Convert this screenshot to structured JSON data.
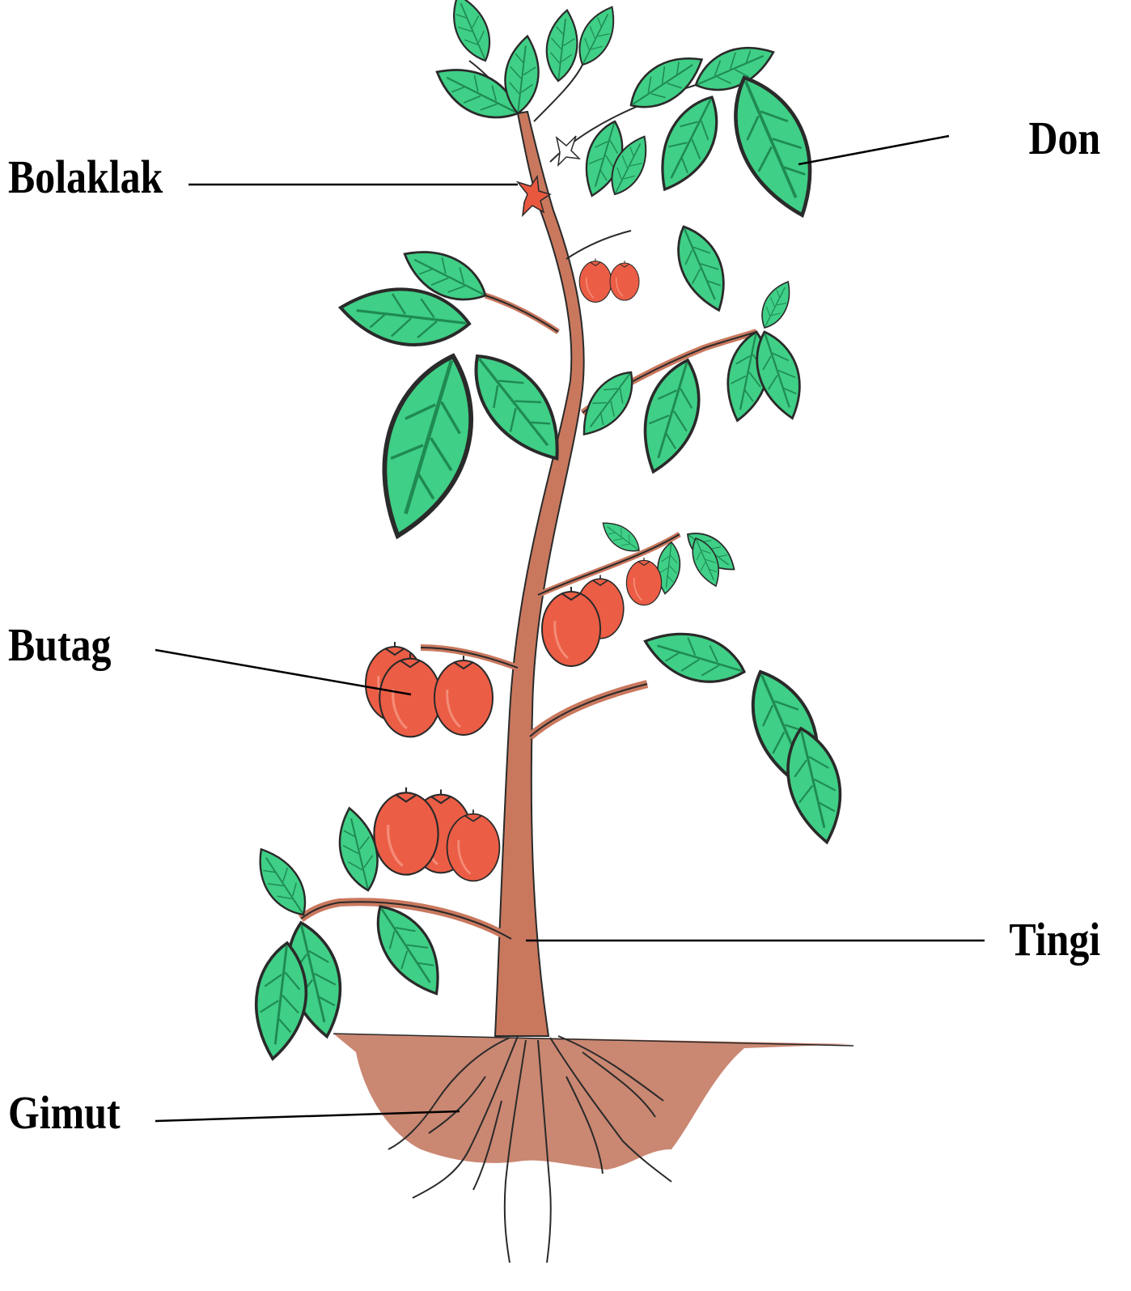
{
  "labels": {
    "flower": "Bolaklak",
    "leaf": "Don",
    "fruit": "Butag",
    "stem": "Tingi",
    "root": "Gimut"
  },
  "colors": {
    "leaf": "#3fcf86",
    "leaf_dark": "#27b06a",
    "stem": "#c9785e",
    "stem_dark": "#a45a45",
    "fruit": "#ec5d46",
    "soil": "#c47a63",
    "flower": "#e8583f",
    "outline": "#2a2a2a",
    "leader_line": "#000000"
  }
}
